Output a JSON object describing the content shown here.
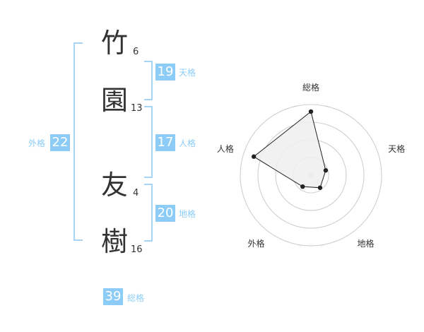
{
  "name": {
    "chars": [
      {
        "char": "竹",
        "strokes": "6"
      },
      {
        "char": "園",
        "strokes": "13"
      },
      {
        "char": "友",
        "strokes": "4"
      },
      {
        "char": "樹",
        "strokes": "16"
      }
    ]
  },
  "fortune": {
    "tenkaku": {
      "value": "19",
      "label": "天格"
    },
    "jinkaku": {
      "value": "17",
      "label": "人格"
    },
    "chikaku": {
      "value": "20",
      "label": "地格"
    },
    "gaikaku": {
      "value": "22",
      "label": "外格"
    },
    "soukaku": {
      "value": "39",
      "label": "総格"
    }
  },
  "radar": {
    "axes": [
      "総格",
      "天格",
      "地格",
      "外格",
      "人格"
    ],
    "values": [
      0.9,
      0.22,
      0.22,
      0.2,
      0.85
    ],
    "max": 1,
    "rings": 4,
    "colors": {
      "fill": "#efefef",
      "stroke": "#222222",
      "grid": "#cccccc",
      "center": "#cccccc"
    }
  }
}
